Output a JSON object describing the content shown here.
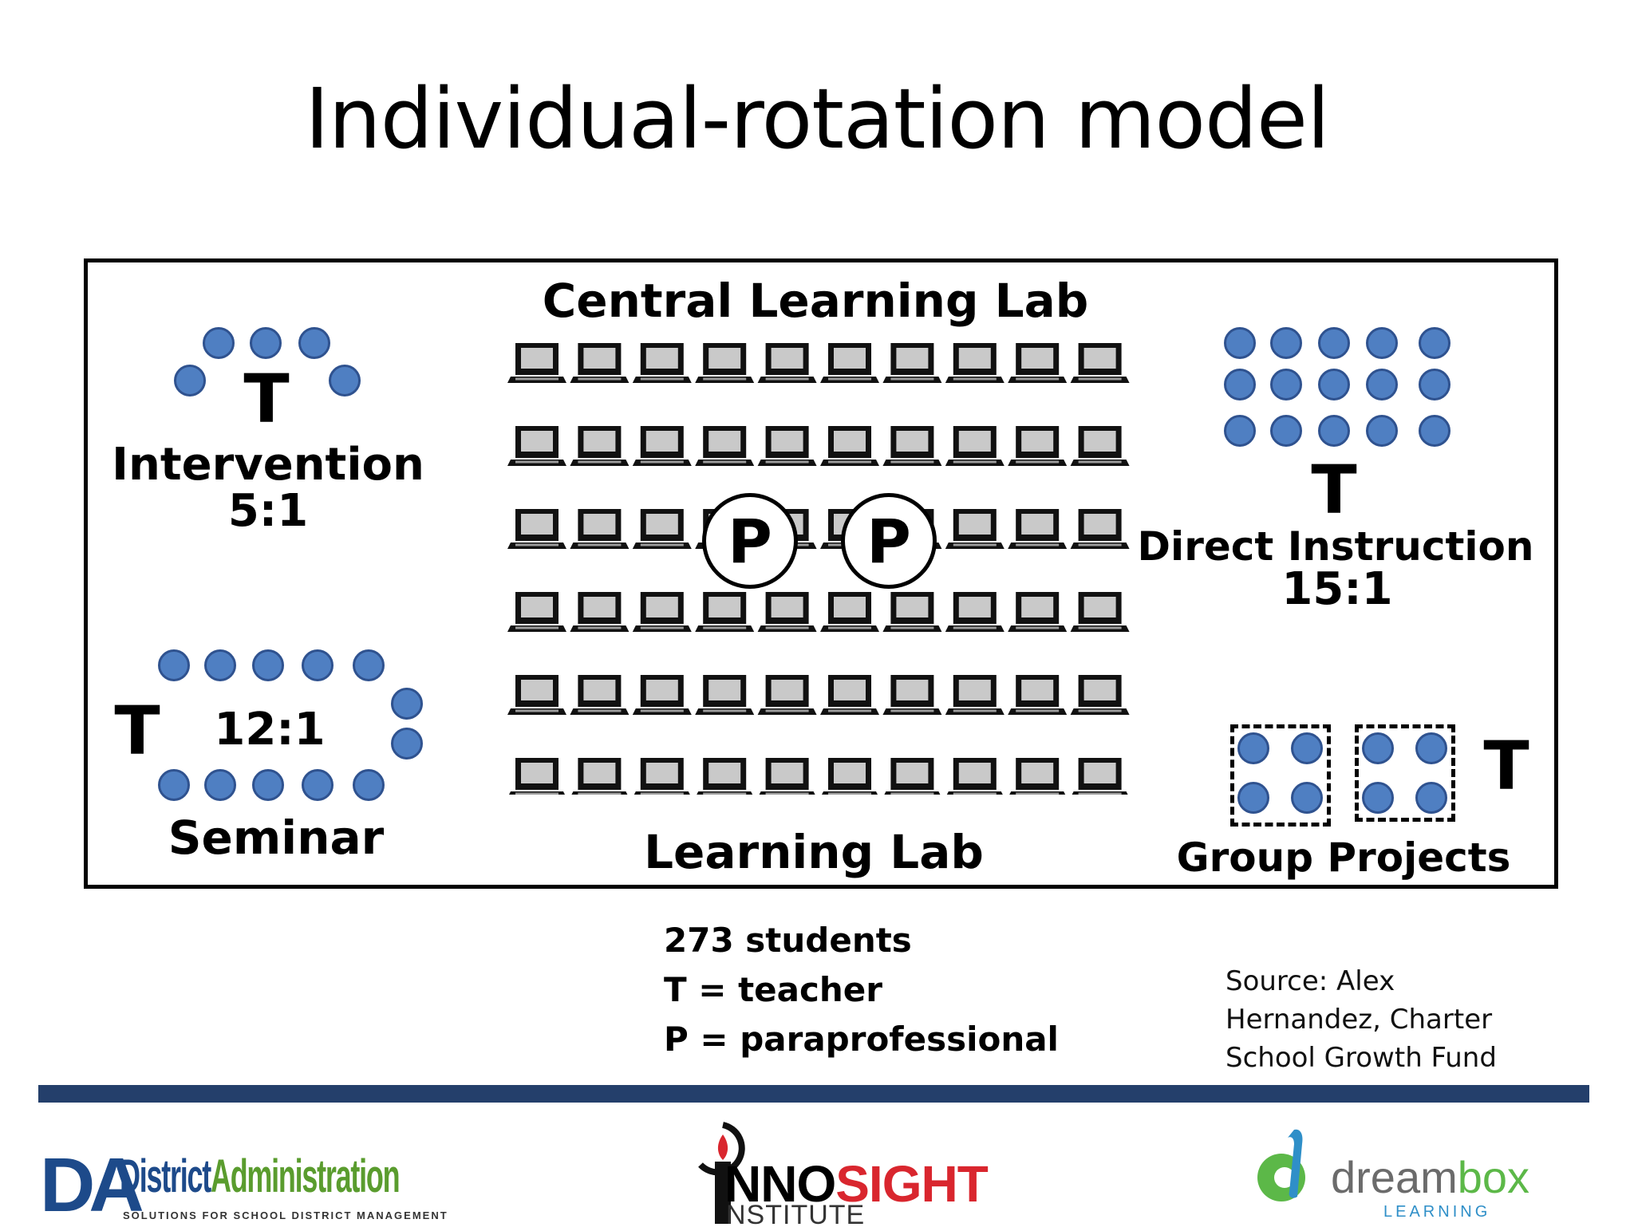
{
  "title": "Individual-rotation model",
  "zones": {
    "intervention": {
      "teacher": "T",
      "name": "Intervention",
      "ratio": "5:1"
    },
    "seminar": {
      "teacher": "T",
      "name": "Seminar",
      "ratio": "12:1"
    },
    "central": {
      "title": "Central Learning Lab",
      "footer": "Learning Lab",
      "rows": 6,
      "laptops_per_row": 10,
      "para": [
        "P",
        "P"
      ]
    },
    "direct": {
      "teacher": "T",
      "name": "Direct Instruction",
      "ratio": "15:1"
    },
    "group": {
      "teacher": "T",
      "name": "Group Projects"
    }
  },
  "legend": [
    "273 students",
    "T = teacher",
    "P = paraprofessional"
  ],
  "source": [
    "Source: Alex",
    "Hernandez, Charter",
    "School Growth Fund"
  ],
  "logos": {
    "district_admin": {
      "mark": "DA",
      "name_part1": "District",
      "name_part2": "Administration",
      "tagline": "SOLUTIONS FOR SCHOOL DISTRICT MANAGEMENT"
    },
    "innosight": {
      "word_part1": "NNO",
      "word_part2": "SIGHT",
      "sub": "NSTITUTE"
    },
    "dreambox": {
      "word_part1": "dream",
      "word_part2": "box",
      "sub": "LEARNING",
      "mark": "d"
    }
  },
  "colors": {
    "student": "#4f7fc2",
    "footer_bar": "#243f6b",
    "dreambox_green": "#5cb848",
    "innosight_red": "#d9262e"
  }
}
